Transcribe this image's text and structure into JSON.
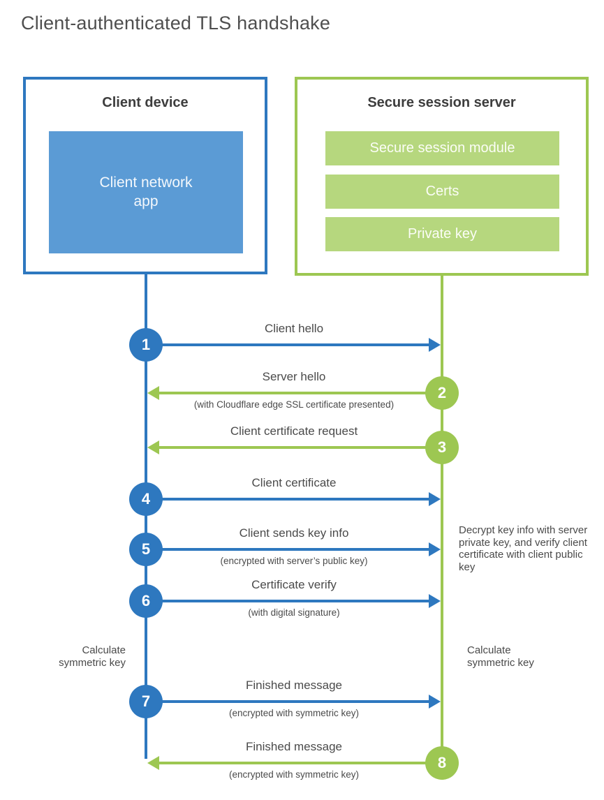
{
  "title": "Client-authenticated TLS handshake",
  "colors": {
    "blue": "#2e78bf",
    "blue_fill": "#5b9bd5",
    "green": "#9dc752",
    "green_fill": "#b6d77e",
    "text": "#4a4a4a"
  },
  "client": {
    "title": "Client device",
    "app_label": "Client network app"
  },
  "server": {
    "title": "Secure session server",
    "modules": [
      "Secure session module",
      "Certs",
      "Private key"
    ]
  },
  "steps": [
    {
      "num": "1",
      "label": "Client hello",
      "sublabel": "",
      "direction": "right",
      "color": "blue"
    },
    {
      "num": "2",
      "label": "Server hello",
      "sublabel": "(with Cloudflare edge SSL certificate presented)",
      "direction": "left",
      "color": "green"
    },
    {
      "num": "3",
      "label": "Client certificate request",
      "sublabel": "",
      "direction": "left",
      "color": "green"
    },
    {
      "num": "4",
      "label": "Client certificate",
      "sublabel": "",
      "direction": "right",
      "color": "blue"
    },
    {
      "num": "5",
      "label": "Client sends key info",
      "sublabel": "(encrypted with server’s public key)",
      "direction": "right",
      "color": "blue"
    },
    {
      "num": "6",
      "label": "Certificate verify",
      "sublabel": "(with digital signature)",
      "direction": "right",
      "color": "blue"
    },
    {
      "num": "7",
      "label": "Finished message",
      "sublabel": "(encrypted with symmetric key)",
      "direction": "right",
      "color": "blue"
    },
    {
      "num": "8",
      "label": "Finished message",
      "sublabel": "(encrypted with symmetric key)",
      "direction": "left",
      "color": "green"
    }
  ],
  "annotations": {
    "calc_left": "Calculate symmetric key",
    "calc_right": "Calculate symmetric key",
    "decrypt_note": "Decrypt key info with server private key, and verify client certificate with client public key"
  }
}
